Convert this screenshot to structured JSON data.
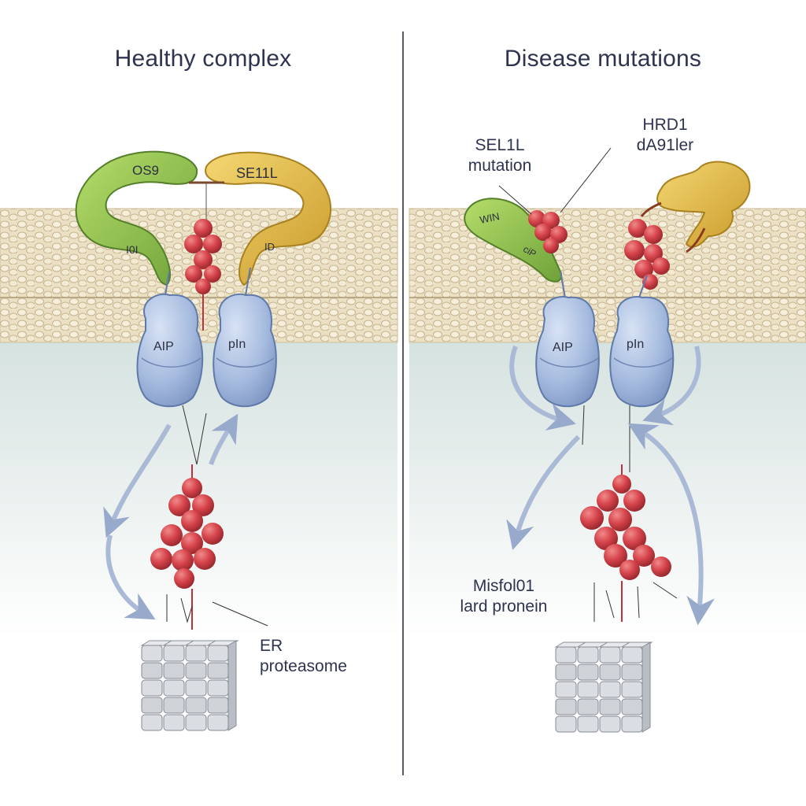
{
  "panels": {
    "healthy": {
      "title": "Healthy complex",
      "os9_label": "OS9",
      "sel1l_label": "SE11L",
      "green_lower_text": "I0I",
      "yellow_lower_text": "ID",
      "left_cylinder_text": "AIP",
      "right_cylinder_text": "pIn",
      "proteasome_label": "ER\nproteasome"
    },
    "disease": {
      "title": "Disease mutations",
      "sel1l_label": "SEL1L\nmutation",
      "hrd1_label": "HRD1\ndA91ler",
      "green_text": "WIN",
      "green_lower_text": "ciP",
      "left_cylinder_text": "AIP",
      "right_cylinder_text": "pIn",
      "misfolded_label": "Misfol01\nlard pronein"
    }
  },
  "colors": {
    "membrane": "#e9dcc0",
    "membrane_line": "#b7a883",
    "green_protein": "#8fc54a",
    "yellow_protein": "#e6c04a",
    "blue_cylinder": "#a9bde0",
    "red_aggregate": "#d84950",
    "proteasome": "#d3d5d9",
    "cytosol": "#dde7e6",
    "divider": "#555a66",
    "arrow": "#9fb1cf"
  }
}
